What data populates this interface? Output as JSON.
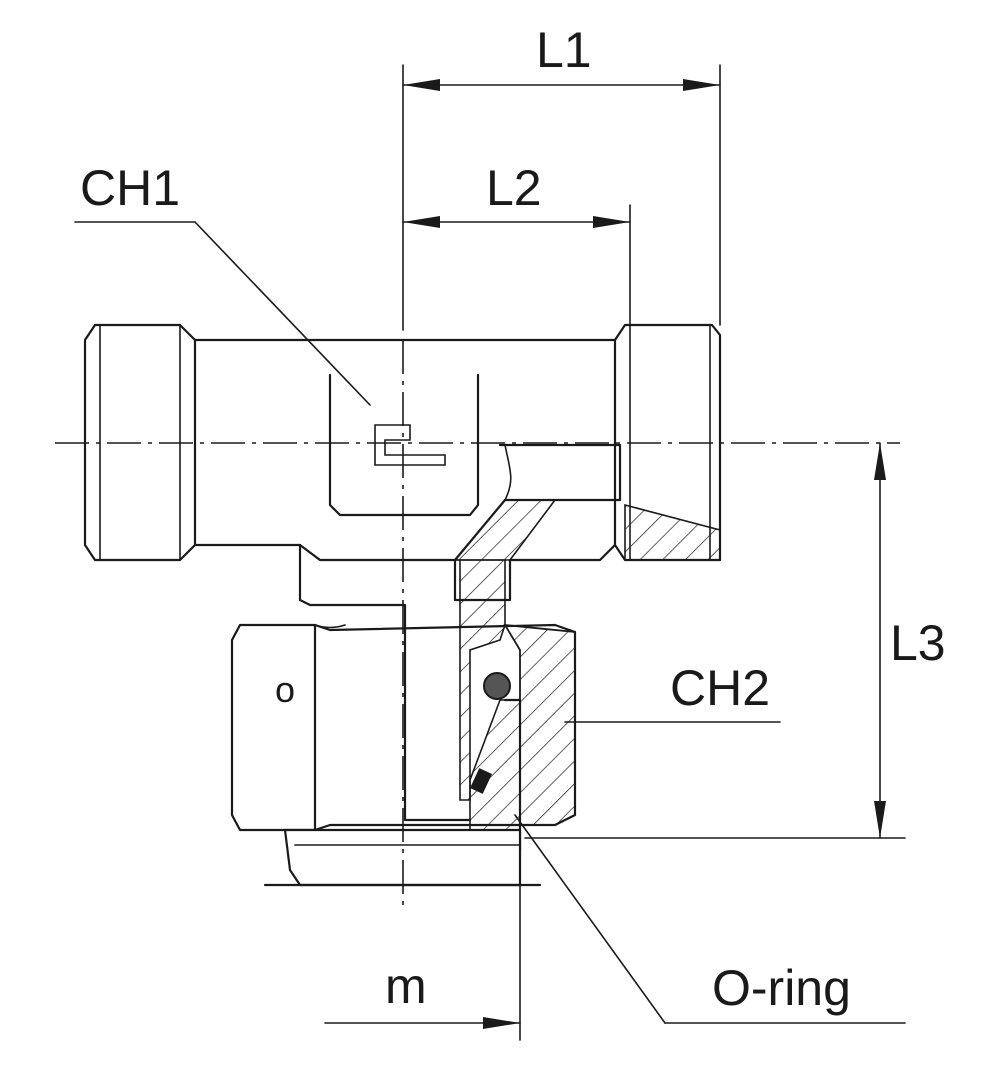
{
  "labels": {
    "l1": "L1",
    "l2": "L2",
    "l3": "L3",
    "ch1": "CH1",
    "ch2": "CH2",
    "m": "m",
    "oring": "O-ring",
    "face_mark": "o"
  },
  "colors": {
    "ink": "#1a1a1a",
    "paper": "#ffffff"
  }
}
